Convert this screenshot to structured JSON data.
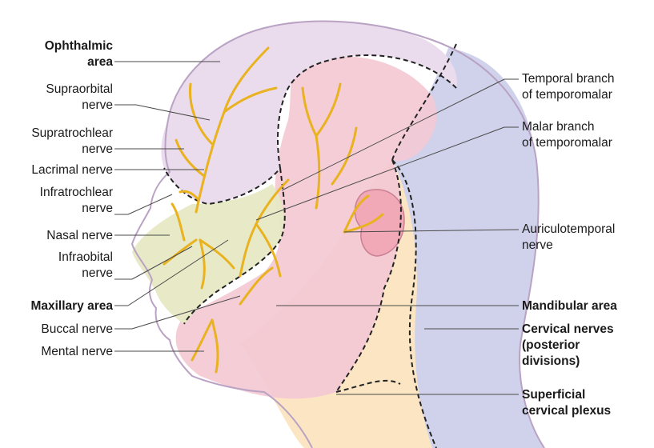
{
  "labels": {
    "ophthalmic_area": [
      "Ophthalmic",
      "area"
    ],
    "supraorbital_nerve": [
      "Supraorbital",
      "nerve"
    ],
    "supratrochlear_nerve": [
      "Supratrochlear",
      "nerve"
    ],
    "lacrimal_nerve": [
      "Lacrimal nerve"
    ],
    "infratrochlear_nerve": [
      "Infratrochlear",
      "nerve"
    ],
    "nasal_nerve": [
      "Nasal nerve"
    ],
    "infraorbital_nerve": [
      "Infraobital",
      "nerve"
    ],
    "maxillary_area": [
      "Maxillary area"
    ],
    "buccal_nerve": [
      "Buccal nerve"
    ],
    "mental_nerve": [
      "Mental nerve"
    ],
    "temporal_branch": [
      "Temporal branch",
      "of temporomalar"
    ],
    "malar_branch": [
      "Malar branch",
      "of temporomalar"
    ],
    "auriculotemporal_nerve": [
      "Auriculotemporal",
      "nerve"
    ],
    "mandibular_area": [
      "Mandibular area"
    ],
    "cervical_nerves": [
      "Cervical nerves",
      "(posterior",
      "divisions)"
    ],
    "superficial_cervical_plexus": [
      "Superficial",
      "cervical plexus"
    ]
  },
  "colors": {
    "ophthalmic_area": "#eadcec",
    "maxillary_area": "#e6e8c4",
    "mandibular_area": "#f3c9d4",
    "cervical_posterior": "#cfd2ea",
    "superficial_cervical": "#fbe2bd",
    "nerve": "#e9b21f",
    "nerve_outline": "#b07f12",
    "leader": "#4a4a4a"
  }
}
